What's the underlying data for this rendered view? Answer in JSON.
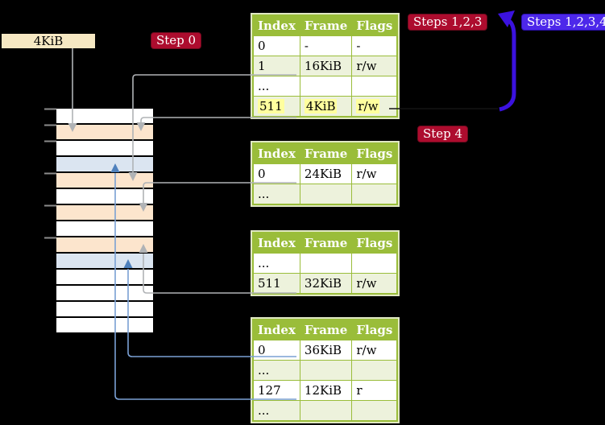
{
  "labels": {
    "size_box": "4KiB",
    "step0": "Step 0",
    "steps123": "Steps 1,2,3",
    "steps1234": "Steps 1,2,3,4",
    "step4": "Step 4"
  },
  "tables": [
    {
      "level": "level-4",
      "headers": [
        "Index",
        "Frame",
        "Flags"
      ],
      "rows": [
        {
          "cells": [
            "0",
            "-",
            "-"
          ],
          "alt": false,
          "highlight": false
        },
        {
          "cells": [
            "1",
            "16KiB",
            "r/w"
          ],
          "alt": true,
          "highlight": false
        },
        {
          "cells": [
            "...",
            "",
            ""
          ],
          "alt": false,
          "highlight": false
        },
        {
          "cells": [
            "511",
            "4KiB",
            "r/w"
          ],
          "alt": true,
          "highlight": true
        }
      ]
    },
    {
      "level": "level-3",
      "headers": [
        "Index",
        "Frame",
        "Flags"
      ],
      "rows": [
        {
          "cells": [
            "0",
            "24KiB",
            "r/w"
          ],
          "alt": false,
          "highlight": false
        },
        {
          "cells": [
            "...",
            "",
            ""
          ],
          "alt": true,
          "highlight": false
        }
      ]
    },
    {
      "level": "level-2",
      "headers": [
        "Index",
        "Frame",
        "Flags"
      ],
      "rows": [
        {
          "cells": [
            "...",
            "",
            ""
          ],
          "alt": false,
          "highlight": false
        },
        {
          "cells": [
            "511",
            "32KiB",
            "r/w"
          ],
          "alt": true,
          "highlight": false
        }
      ]
    },
    {
      "level": "level-1",
      "headers": [
        "Index",
        "Frame",
        "Flags"
      ],
      "rows": [
        {
          "cells": [
            "0",
            "36KiB",
            "r/w"
          ],
          "alt": false,
          "highlight": false
        },
        {
          "cells": [
            "...",
            "",
            ""
          ],
          "alt": true,
          "highlight": false
        },
        {
          "cells": [
            "127",
            "12KiB",
            "r"
          ],
          "alt": false,
          "highlight": false
        },
        {
          "cells": [
            "...",
            "",
            ""
          ],
          "alt": true,
          "highlight": false
        }
      ]
    }
  ],
  "memory": {
    "frames": [
      {
        "role": "empty"
      },
      {
        "role": "page_table"
      },
      {
        "role": "empty"
      },
      {
        "role": "mapped_page"
      },
      {
        "role": "page_table"
      },
      {
        "role": "empty"
      },
      {
        "role": "page_table"
      },
      {
        "role": "empty"
      },
      {
        "role": "page_table"
      },
      {
        "role": "mapped_page"
      },
      {
        "role": "empty"
      },
      {
        "role": "empty"
      },
      {
        "role": "empty"
      },
      {
        "role": "empty"
      }
    ]
  },
  "colors": {
    "badge_red": "#ad0c2e",
    "badge_blue": "#4d28ea",
    "arrow_blue": "#3b12df",
    "connector_gray": "#b0b3b6",
    "connector_blue": "#7aa0d4",
    "arrowhead_blue": "#4f81bd",
    "table_header_bg": "#9abd3a",
    "table_border": "#9abd3a",
    "table_alt_row": "#edf2dc",
    "highlight": "#ffff9e",
    "size_box_bg": "#f6e8c3",
    "page_table_frame": "#fce5cd",
    "mapped_page_frame": "#dbe5f1",
    "empty_frame": "#ffffff",
    "tick": "#8c8c8c"
  }
}
